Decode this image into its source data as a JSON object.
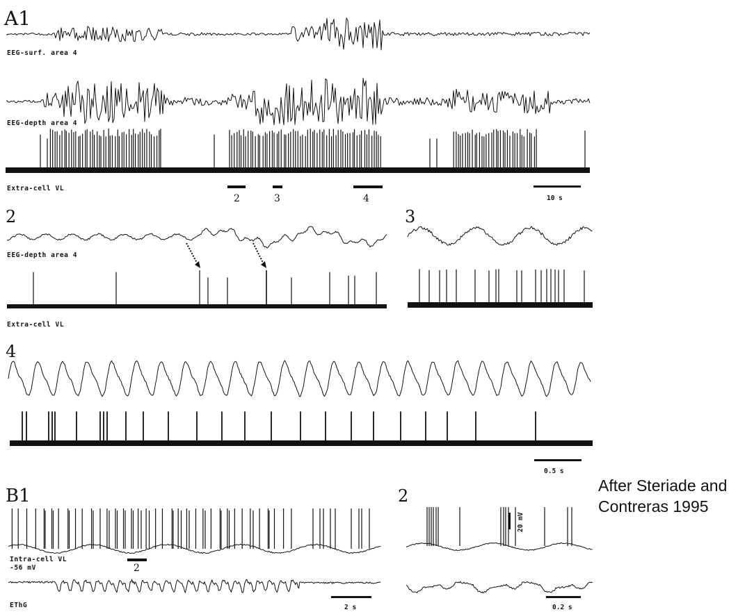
{
  "panels": {
    "a1": "A1",
    "a2": "2",
    "a3": "3",
    "a4": "4",
    "b1": "B1",
    "b2": "2"
  },
  "trace_labels": {
    "eeg_surf": "EEG-surf. area 4",
    "eeg_depth": "EEG-depth area 4",
    "extra_cell": "Extra-cell VL",
    "eeg_depth_2": "EEG-depth area 4",
    "extra_cell_2": "Extra-cell VL",
    "intra_cell": "Intra-cell VL",
    "intra_potential": "-56 mV",
    "ethg": "EThG"
  },
  "segment_markers": {
    "seg2": "2",
    "seg3": "3",
    "seg4": "4",
    "b_seg2": "2"
  },
  "scale_bars": {
    "a1": "10 s",
    "a4": "0.5 s",
    "b1": "2 s",
    "b2_time": "0.2 s",
    "b2_voltage": "20 mV"
  },
  "credit": {
    "line1": "After Steriade and",
    "line2": "Contreras 1995"
  },
  "colors": {
    "ink": "#111111",
    "background": "#ffffff"
  }
}
